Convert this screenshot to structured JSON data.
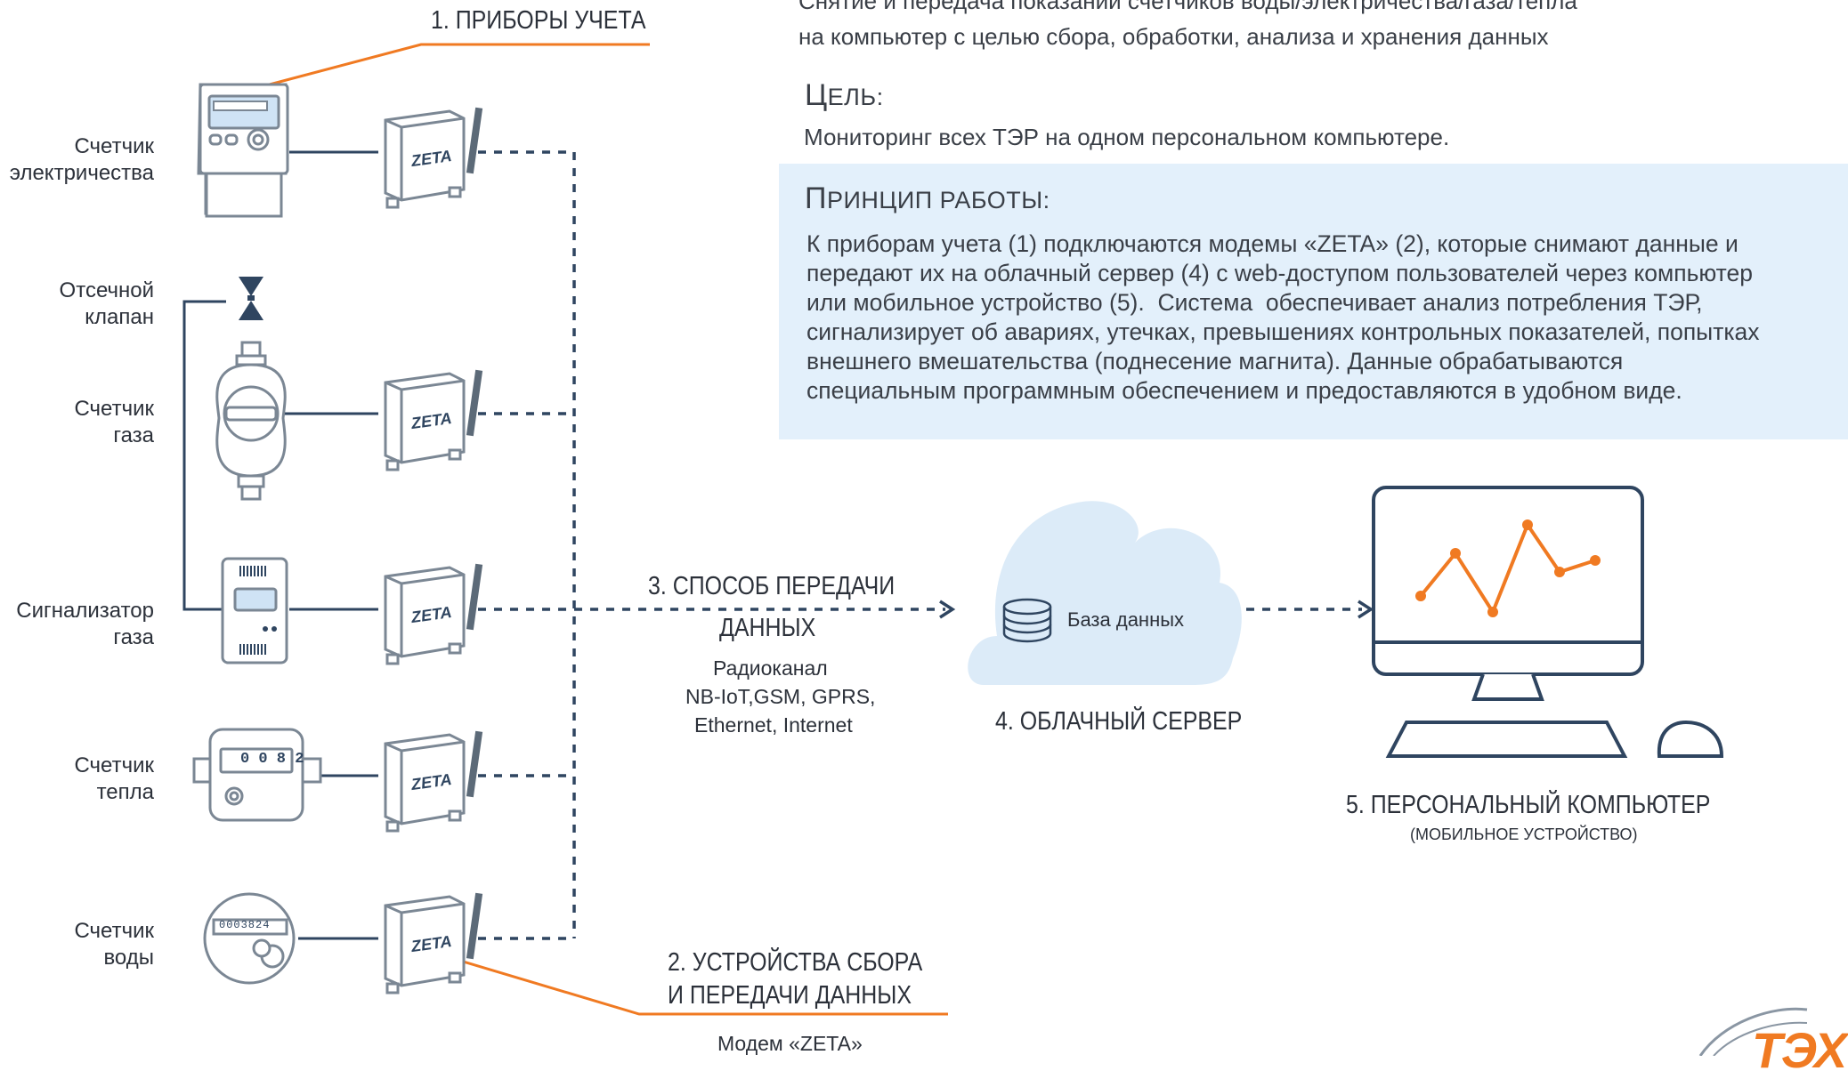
{
  "intro": {
    "line1": "Снятие и передача показаний счетчиков воды/электричества/газа/тепла",
    "line2": "на компьютер с целью сбора, обработки, анализа и хранения данных"
  },
  "goal": {
    "title_cap": "Ц",
    "title_rest": "ель:",
    "text": "Мониторинг всех ТЭР на одном персональном компьютере."
  },
  "principle": {
    "title_cap": "П",
    "title_rest": "ринцип работы:",
    "lines": [
      "К приборам учета (1) подключаются модемы «ZETA» (2), которые снимают данные и",
      "передают их на облачный сервер (4) с web-доступом пользователей через компьютер",
      "или мобильное устройство (5).  Система  обеспечивает анализ потребления ТЭР,",
      "сигнализирует об авариях, утечках, превышениях контрольных показателей, попытках",
      "внешнего вмешательства (поднесение магнита). Данные обрабатываются",
      "специальным программным обеспечением и предоставляются в удобном виде."
    ]
  },
  "sections": {
    "meters": "1. ПРИБОРЫ УЧЕТА",
    "devices_line1": "2. УСТРОЙСТВА СБОРА",
    "devices_line2": "И ПЕРЕДАЧИ ДАННЫХ",
    "modem_caption": "Модем «ZETA»",
    "transfer_line1": "3. СПОСОБ ПЕРЕДАЧИ",
    "transfer_line2": "ДАННЫХ",
    "channels": [
      "Радиоканал",
      "NB-IoT,GSM, GPRS,",
      "Ethernet, Internet"
    ],
    "cloud": "4. ОБЛАЧНЫЙ СЕРВЕР",
    "pc_line1": "5. ПЕРСОНАЛЬНЫЙ КОМПЬЮТЕР",
    "pc_line2": "(МОБИЛЬНОЕ УСТРОЙСТВО)"
  },
  "database_label": "База данных",
  "devices": [
    {
      "line1": "Счетчик",
      "line2": "электричества"
    },
    {
      "line1": "Отсечной",
      "line2": "клапан"
    },
    {
      "line1": "Счетчик",
      "line2": "газа"
    },
    {
      "line1": "Сигнализатор",
      "line2": "газа"
    },
    {
      "line1": "Счетчик",
      "line2": "тепла"
    },
    {
      "line1": "Счетчик",
      "line2": "воды"
    }
  ],
  "modem_brand": "ZETA",
  "heat_meter_display": "0 0 8 2",
  "water_meter_display": "0003824",
  "logo_text": "ТЭХ",
  "colors": {
    "accent": "#f07a22",
    "line": "#2f4560",
    "device_stroke": "#7b8794",
    "cloud_fill": "#dcebf8",
    "box_fill": "#e3f0fb"
  }
}
